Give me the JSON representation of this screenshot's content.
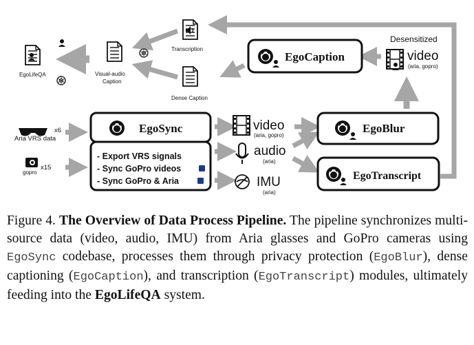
{
  "diagram": {
    "inputs": {
      "aria_label": "Aria VRS data",
      "aria_count": "x6",
      "gopro_label": "gopro",
      "gopro_count": "x15"
    },
    "egosync": {
      "title": "EgoSync",
      "items": [
        "- Export VRS signals",
        "- Sync GoPro videos",
        "- Sync GoPro & Aria"
      ]
    },
    "streams": {
      "video_label": "video",
      "video_sub": "(aria, gopro)",
      "audio_label": "audio",
      "audio_sub": "(aria)",
      "imu_label": "IMU",
      "imu_sub": "(aria)"
    },
    "modules": {
      "egoblur": "EgoBlur",
      "egotranscript": "EgoTranscript",
      "egocaption": "EgoCaption"
    },
    "desensitized": {
      "title": "Desensitized",
      "video_label": "video",
      "video_sub": "(aria, gopro)"
    },
    "docs": {
      "transcription": "Transcription",
      "dense_caption": "Dense Caption",
      "visual_audio_line1": "Visual-audio",
      "visual_audio_line2": "Caption",
      "egolifeqa": "EgoLifeQA"
    }
  },
  "caption": {
    "figure_label": "Figure 4.",
    "title": "The Overview of Data Process Pipeline.",
    "t1": "The pipeline synchronizes multi-source data (video, audio, IMU) from Aria glasses and GoPro cameras using",
    "code1": "EgoSync",
    "t2": "codebase, processes them through privacy protection (",
    "code2": "EgoBlur",
    "t3": "), dense captioning (",
    "code3": "EgoCaption",
    "t4": "), and transcription (",
    "code4": "EgoTranscript",
    "t5": ") modules, ultimately feeding into the",
    "system": "EgoLifeQA",
    "t6": "system."
  }
}
